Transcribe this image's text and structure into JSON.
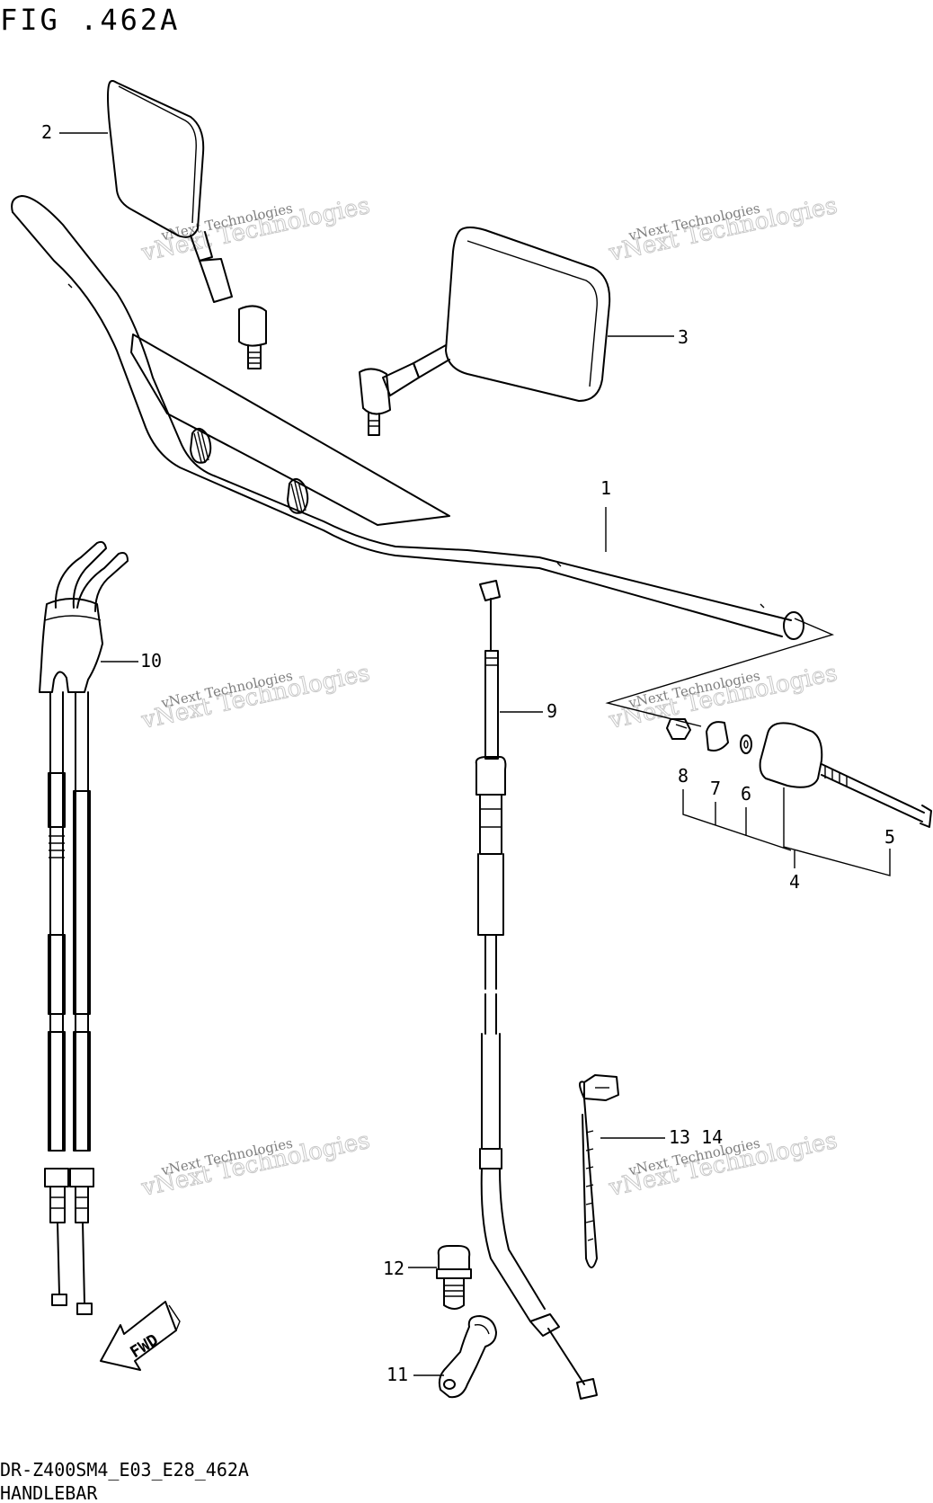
{
  "figure": {
    "title": "FIG .462A",
    "model_code": "DR-Z400SM4_E03_E28_462A",
    "section_name": "HANDLEBAR"
  },
  "callouts": [
    {
      "id": "1",
      "text": "1"
    },
    {
      "id": "2",
      "text": "2"
    },
    {
      "id": "3",
      "text": "3"
    },
    {
      "id": "4",
      "text": "4"
    },
    {
      "id": "5",
      "text": "5"
    },
    {
      "id": "6",
      "text": "6"
    },
    {
      "id": "7",
      "text": "7"
    },
    {
      "id": "8",
      "text": "8"
    },
    {
      "id": "9",
      "text": "9"
    },
    {
      "id": "10",
      "text": "10"
    },
    {
      "id": "11",
      "text": "11"
    },
    {
      "id": "12",
      "text": "12"
    },
    {
      "id": "13_14",
      "text": "13 14"
    }
  ],
  "direction_marker": {
    "text": "FWD"
  },
  "watermark": {
    "line1": "vNext Technologies",
    "line2": "vNext Technologies"
  }
}
